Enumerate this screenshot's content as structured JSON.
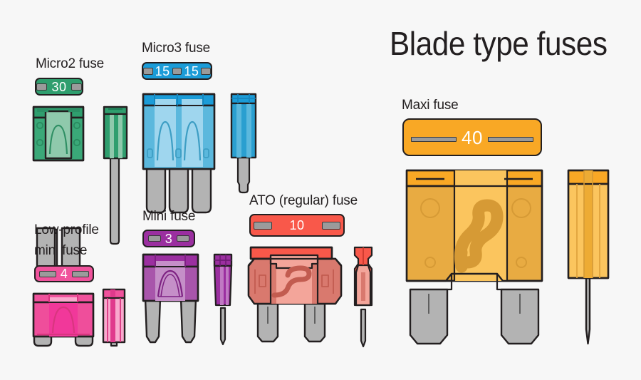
{
  "poster": {
    "title": "Blade type fuses",
    "background_color": "#f7f7f7",
    "ink_color": "#231f20"
  },
  "fuses": [
    {
      "id": "micro2",
      "label": "Micro2 fuse",
      "rating": "30",
      "color": "#2f9e6e",
      "body_color": "#3aa878",
      "window_color": "#8fc9ac",
      "dark_color": "#1f7f57",
      "terminals": 2,
      "badge_terminals": 2
    },
    {
      "id": "micro3",
      "label": "Micro3 fuse",
      "rating": "15",
      "rating_second": "15",
      "color": "#1b9cd8",
      "body_color": "#5bb8dd",
      "window_color": "#9fd6ee",
      "dark_color": "#2a9fd0",
      "terminals": 3,
      "badge_terminals": 3
    },
    {
      "id": "lowprofile-mini",
      "label": "Low-profile\nmini fuse",
      "label_line1": "Low-profile",
      "label_line2": "mini fuse",
      "rating": "4",
      "color": "#f0529c",
      "body_color": "#ef4e9b",
      "window_color": "#f9a8cd",
      "dark_color": "#d9357f",
      "terminals": 2,
      "badge_terminals": 2
    },
    {
      "id": "mini",
      "label": "Mini fuse",
      "rating": "3",
      "color": "#9b2fa0",
      "body_color": "#a855ab",
      "window_color": "#c58fc8",
      "dark_color": "#8e2c93",
      "terminals": 2,
      "badge_terminals": 2
    },
    {
      "id": "ato",
      "label": "ATO (regular) fuse",
      "rating": "10",
      "color": "#f9584a",
      "body_color": "#d9796e",
      "window_color": "#f3a59a",
      "dark_color": "#c25c50",
      "terminals": 2,
      "badge_terminals": 2
    },
    {
      "id": "maxi",
      "label": "Maxi fuse",
      "rating": "40",
      "color": "#f9a825",
      "body_color": "#e8ab42",
      "window_color": "#fbc55e",
      "dark_color": "#d69a35",
      "terminals": 2,
      "badge_terminals": 2
    }
  ],
  "metal": {
    "blade_color": "#b3b3b3",
    "blade_shadow": "#9a9a9a",
    "outline_color": "#231f20"
  }
}
